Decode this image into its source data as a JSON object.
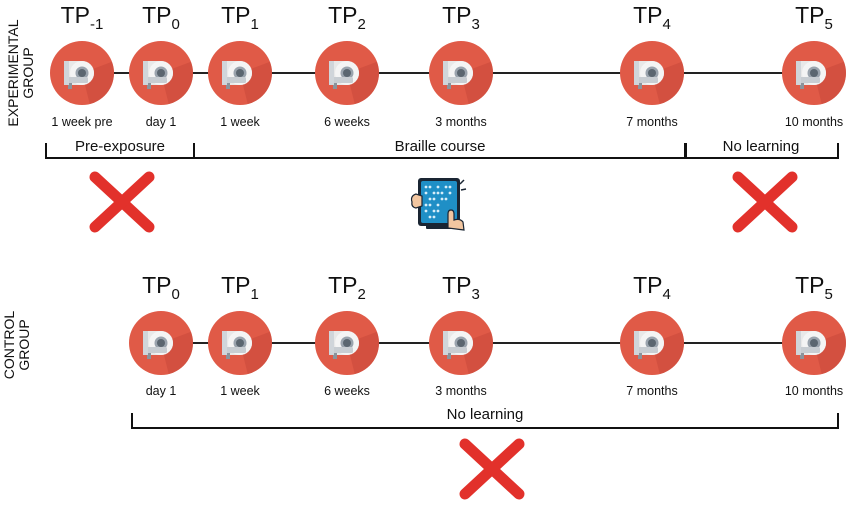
{
  "experimental": {
    "label_line1": "EXPERIMENTAL",
    "label_line2": "GROUP",
    "timepoints": [
      {
        "tp": "TP",
        "sub": "-1",
        "time": "1 week pre"
      },
      {
        "tp": "TP",
        "sub": "0",
        "time": "day 1"
      },
      {
        "tp": "TP",
        "sub": "1",
        "time": "1 week"
      },
      {
        "tp": "TP",
        "sub": "2",
        "time": "6 weeks"
      },
      {
        "tp": "TP",
        "sub": "3",
        "time": "3 months"
      },
      {
        "tp": "TP",
        "sub": "4",
        "time": "7 months"
      },
      {
        "tp": "TP",
        "sub": "5",
        "time": "10 months"
      }
    ],
    "phases": {
      "pre": "Pre-exposure",
      "braille": "Braille course",
      "none": "No learning"
    }
  },
  "control": {
    "label_line1": "CONTROL",
    "label_line2": "GROUP",
    "timepoints": [
      {
        "tp": "TP",
        "sub": "0",
        "time": "day 1"
      },
      {
        "tp": "TP",
        "sub": "1",
        "time": "1 week"
      },
      {
        "tp": "TP",
        "sub": "2",
        "time": "6 weeks"
      },
      {
        "tp": "TP",
        "sub": "3",
        "time": "3 months"
      },
      {
        "tp": "TP",
        "sub": "4",
        "time": "7 months"
      },
      {
        "tp": "TP",
        "sub": "5",
        "time": "10 months"
      }
    ],
    "phases": {
      "none": "No learning"
    }
  },
  "icons": {
    "node": "mri-scanner-icon",
    "no_learning": "red-cross-icon",
    "learning": "braille-tablet-icon"
  },
  "colors": {
    "node": "#e05a47",
    "node_shadow": "#c9493a",
    "cross": "#e2312b",
    "braille": "#1f8fc6"
  }
}
